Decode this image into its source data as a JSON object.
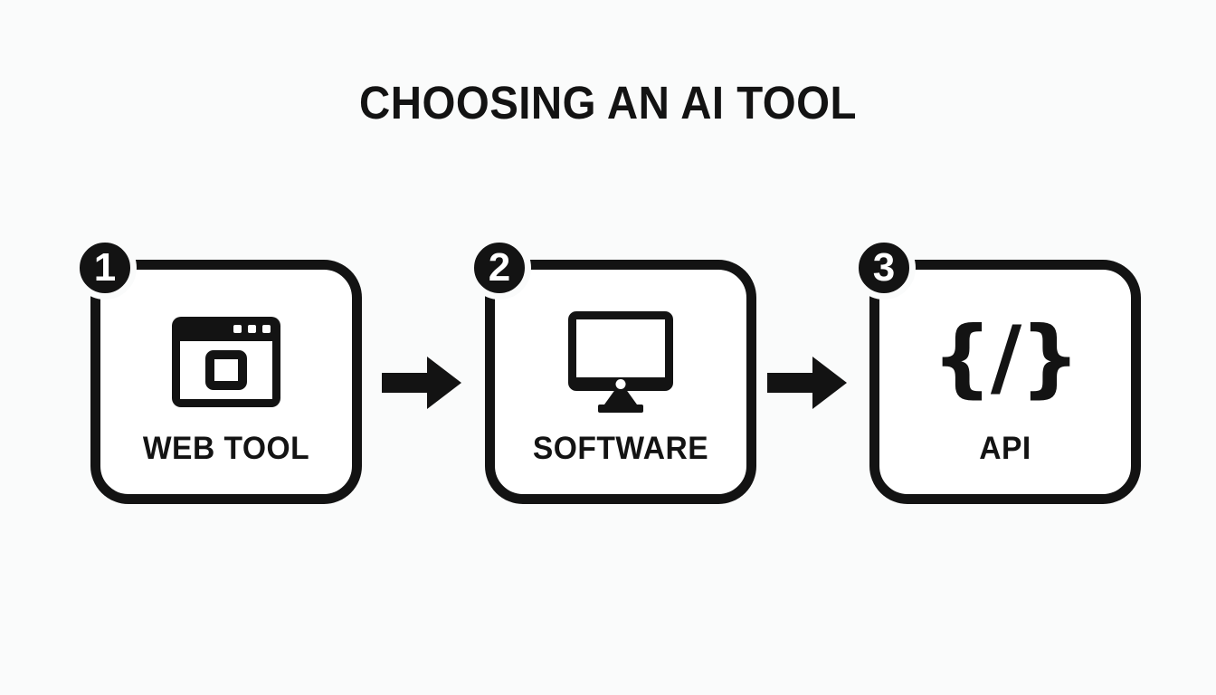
{
  "title": "CHOOSING AN AI TOOL",
  "colors": {
    "background": "#fafbfb",
    "foreground": "#131313",
    "box_fill": "#ffffff"
  },
  "steps": [
    {
      "number": "1",
      "label": "WEB TOOL",
      "icon": "browser-window-icon"
    },
    {
      "number": "2",
      "label": "SOFTWARE",
      "icon": "desktop-monitor-icon"
    },
    {
      "number": "3",
      "label": "API",
      "icon": "code-brackets-icon",
      "glyph": "{/}"
    }
  ],
  "connectors": [
    {
      "from": "WEB TOOL",
      "to": "SOFTWARE",
      "type": "right-arrow"
    },
    {
      "from": "SOFTWARE",
      "to": "API",
      "type": "right-arrow"
    }
  ]
}
